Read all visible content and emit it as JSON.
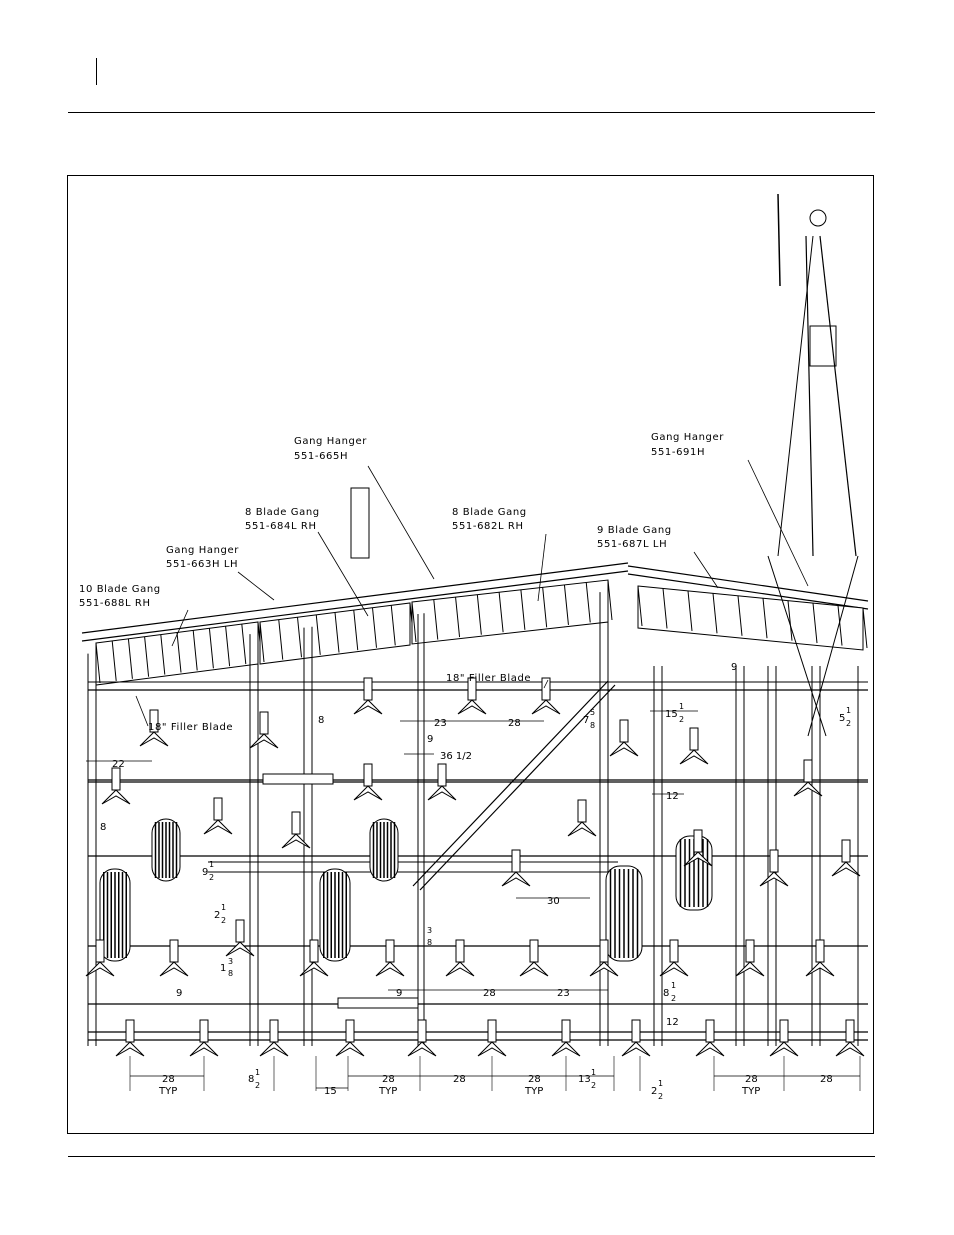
{
  "callouts": [
    {
      "id": "c1",
      "line1": "Gang Hanger",
      "line2": "551-665H"
    },
    {
      "id": "c2",
      "line1": "Gang Hanger",
      "line2": "551-691H"
    },
    {
      "id": "c3",
      "line1": "8 Blade Gang",
      "line2": "551-684L RH"
    },
    {
      "id": "c4",
      "line1": "8 Blade Gang",
      "line2": "551-682L RH"
    },
    {
      "id": "c5",
      "line1": "Gang Hanger",
      "line2": "551-663H LH"
    },
    {
      "id": "c6",
      "line1": "9 Blade Gang",
      "line2": "551-687L LH"
    },
    {
      "id": "c7",
      "line1": "10 Blade Gang",
      "line2": "551-688L RH"
    }
  ],
  "filler_labels": [
    "18\" Filler Blade",
    "18\" Filler Blade"
  ],
  "dimensions": {
    "d22": "22",
    "d8a": "8",
    "d8b": "8",
    "d23a": "23",
    "d28a": "28",
    "d7": "7",
    "d7n": "5",
    "d7d": "8",
    "d9a": "9",
    "d36": "36 1/2",
    "d15": "15",
    "d15n": "1",
    "d15d": "2",
    "d9b": "9",
    "d5": "5",
    "d5n": "1",
    "d5d": "2",
    "d12a": "12",
    "d9c": "9",
    "d9cn": "1",
    "d9cd": "2",
    "d2a": "2",
    "d2an": "1",
    "d2ad": "2",
    "d30": "30",
    "d3n": "3",
    "d3d": "8",
    "d1": "1",
    "d1n": "3",
    "d1d": "8",
    "d9d": "9",
    "d9e": "9",
    "d28b": "28",
    "d23b": "23",
    "d8c": "8",
    "d8cn": "1",
    "d8cd": "2",
    "d12b": "12",
    "b28a": "28",
    "bTyp1": "TYP",
    "b8": "8",
    "b8n": "1",
    "b8d": "2",
    "b15": "15",
    "b28b": "28",
    "bTyp2": "TYP",
    "b28c": "28",
    "b28d": "28",
    "bTyp3": "TYP",
    "b13": "13",
    "b13n": "1",
    "b13d": "2",
    "b2": "2",
    "b2n": "1",
    "b2d": "2",
    "b28e": "28",
    "bTyp4": "TYP",
    "b28f": "28"
  }
}
